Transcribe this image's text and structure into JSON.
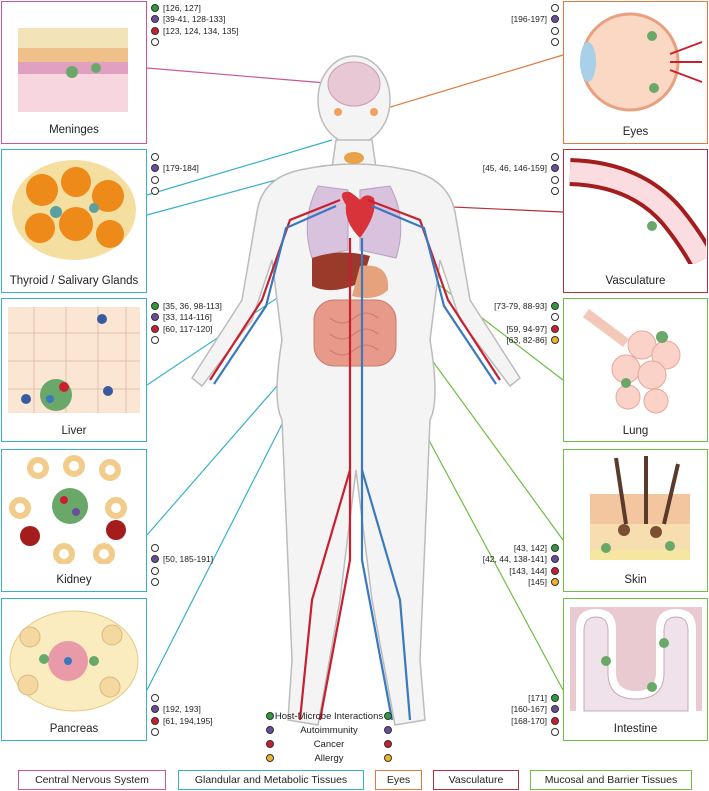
{
  "colors": {
    "cns": "#c9579a",
    "glandular": "#3ab0c9",
    "eyes": "#e07a3f",
    "vasculature": "#b5303a",
    "mucosal": "#6cbe45",
    "host": "#2e9a3a",
    "auto": "#6a4c9c",
    "cancer": "#c8202e",
    "allergy": "#f0b429"
  },
  "panels": {
    "meninges": "Meninges",
    "thyroid": "Thyroid / Salivary Glands",
    "liver": "Liver",
    "kidney": "Kidney",
    "pancreas": "Pancreas",
    "eyes": "Eyes",
    "vasculature": "Vasculature",
    "lung": "Lung",
    "skin": "Skin",
    "intestine": "Intestine"
  },
  "refs": {
    "meninges": [
      "[126, 127]",
      "[39-41, 128-133]",
      "[123, 124, 134, 135]",
      ""
    ],
    "thyroid": [
      "",
      "[179-184]",
      "",
      ""
    ],
    "liver": [
      "[35, 36, 98-113]",
      "[33, 114-116]",
      "[60, 117-120]",
      ""
    ],
    "kidney": [
      "",
      "[50, 185-191]",
      "",
      ""
    ],
    "pancreas": [
      "",
      "[192, 193]",
      "[61, 194,195]",
      ""
    ],
    "eyes": [
      "",
      "[196-197]",
      "",
      ""
    ],
    "vasculature": [
      "",
      "[45, 46, 146-159]",
      "",
      ""
    ],
    "lung": [
      "[73-79, 88-93]",
      "",
      "[59, 94-97]",
      "[63, 82-86]"
    ],
    "skin": [
      "[43, 142]",
      "[42, 44, 138-141]",
      "[143, 144]",
      "[145]"
    ],
    "intestine": [
      "[171]",
      "[160-167]",
      "[168-170]",
      ""
    ]
  },
  "key": {
    "host": "Host-Microbe Interactions",
    "auto": "Autoimmunity",
    "cancer": "Cancer",
    "allergy": "Allergy"
  },
  "legend": {
    "cns": "Central Nervous System",
    "glandular": "Glandular and Metabolic Tissues",
    "eyes": "Eyes",
    "vasculature": "Vasculature",
    "mucosal": "Mucosal and Barrier Tissues"
  }
}
